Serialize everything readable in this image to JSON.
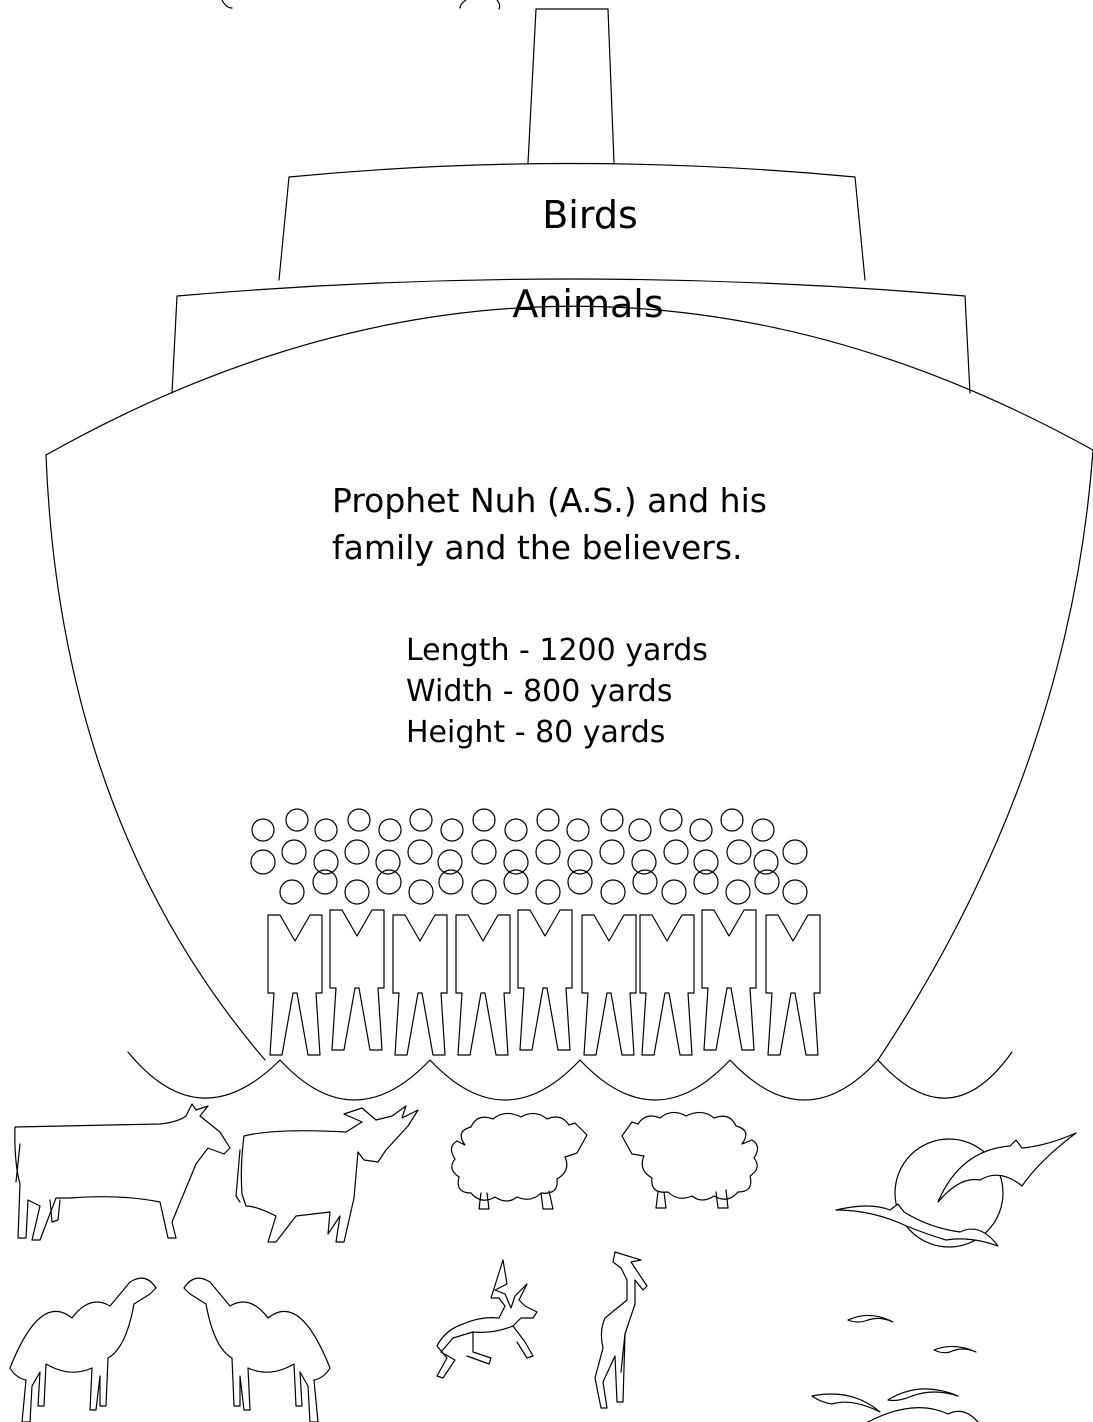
{
  "deck_labels": {
    "top": "Birds",
    "middle": "Animals"
  },
  "hull_text": {
    "line1": "Prophet Nuh (A.S.) and his",
    "line2": "family and the believers."
  },
  "dimensions": [
    "Length - 1200 yards",
    "Width - 800 yards",
    "Height - 80 yards"
  ],
  "colors": {
    "line": "#000000",
    "background": "#ffffff"
  },
  "icons": [
    "cow-icon",
    "bull-icon",
    "sheep-icon",
    "sheep-icon",
    "bat-icon",
    "moon-icon",
    "camel-icon",
    "camel-icon",
    "deer-icon",
    "gazelle-icon",
    "bird-icon"
  ]
}
